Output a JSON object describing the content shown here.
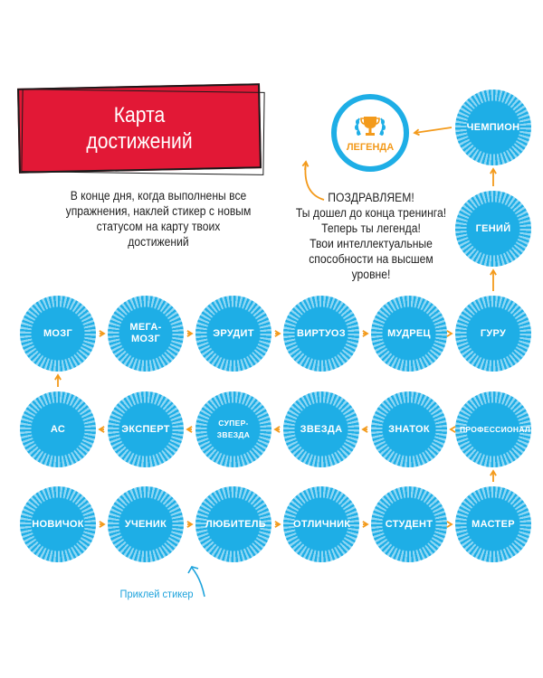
{
  "title": {
    "line1": "Карта",
    "line2": "достижений"
  },
  "intro": {
    "line1": "В конце дня, когда выполнены все",
    "line2": "упражнения, наклей стикер с новым",
    "line3": "статусом на карту твоих достижений"
  },
  "congrats": {
    "line1": "ПОЗДРАВЛЯЕМ!",
    "line2": "Ты дошел до конца тренинга!",
    "line3": "Теперь ты легенда!",
    "line4": "Твои интеллектуальные",
    "line5": "способности на высшем уровне!"
  },
  "sticker_hint": "Приклей стикер",
  "legend": {
    "label": "Легенда",
    "icon": "trophy-laurel-icon"
  },
  "statuses": {
    "row_bottom": [
      "Новичок",
      "Ученик",
      "Любитель",
      "Отличник",
      "Студент",
      "Мастер"
    ],
    "row_middle": [
      "АС",
      "Эксперт",
      "Супер-\nзвезда",
      "Звезда",
      "Знаток",
      "Профессионал"
    ],
    "row_top": [
      "Мозг",
      "Мега-\nмозг",
      "Эрудит",
      "Виртуоз",
      "Мудрец",
      "Гуру"
    ],
    "column_right": [
      "Гений",
      "Чемпион"
    ]
  },
  "colors": {
    "badge_blue": "#1eaee6",
    "badge_ray": "#8fd6f3",
    "arrow_orange": "#f39a1b",
    "banner_red": "#e21836",
    "hint_blue": "#1ea3dc"
  }
}
